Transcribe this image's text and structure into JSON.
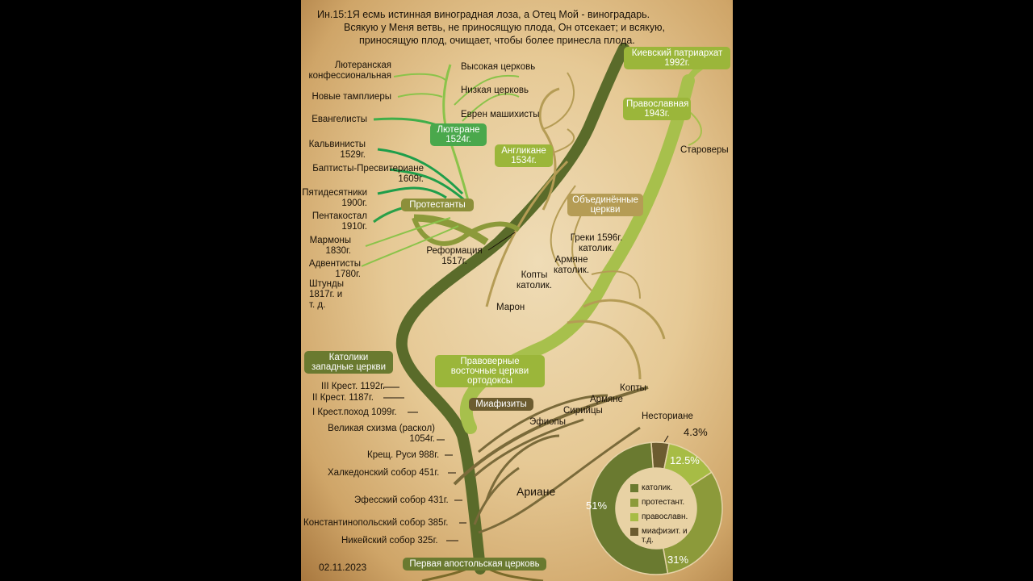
{
  "quote": {
    "line1": "Ин.15:1Я есмь истинная виноградная лоза, а Отец Мой - виноградарь.",
    "line2": "Всякую у Меня ветвь, не приносящую плода, Он отсекает; и всякую,",
    "line3": "приносящую плод, очищает, чтобы более принесла плода."
  },
  "boxes": {
    "kiev": "Киевский патриархат 1992г.",
    "orthodox1943": "Православная 1943г.",
    "lutherans": "Лютеране 1524г.",
    "anglicans": "Англикане 1534г.",
    "protestants": "Протестанты",
    "united": "Объединённые церкви",
    "catholics": "Католики западные церкви",
    "orthodox_east": "Правоверные восточные церкви ортодоксы",
    "miaphysites": "Миафизиты",
    "apostolic": "Первая апостольская церковь"
  },
  "labels": {
    "lutheran_conf": "Лютеранская конфессиональная",
    "templars": "Новые тамплиеры",
    "evangelists": "Евангелисты",
    "calvinists": "Кальвинисты 1529г.",
    "baptists": "Баптисты-Пресвитериане 1609г.",
    "pentecost": "Пятидесятники 1900г.",
    "pentakostal": "Пентакостал 1910г.",
    "mormons": "Мармоны 1830г.",
    "adventists": "Адвентисты 1780г.",
    "shtundy": "Штунды 1817г. и т. д.",
    "high_church": "Высокая церковь",
    "low_church": "Низкая церковь",
    "messianic": "Еврен машихисты",
    "old_believers": "Староверы",
    "greek_cath": "Греки 1596г. католик.",
    "armen_cath": "Армяне католик.",
    "copt_cath": "Копты католик.",
    "maronite": "Марон",
    "reformation": "Реформация 1517г.",
    "copts": "Копты",
    "armenians": "Армяне",
    "syrians": "Сирийцы",
    "ethiopians": "Эфиопы",
    "nestorians": "Несториане",
    "arians": "Ариане",
    "crusade3": "III Крест. 1192г.",
    "crusade2": "II Крест. 1187г.",
    "crusade1": "I Крест.поход 1099г.",
    "schism": "Великая схизма (раскол) 1054г.",
    "rus": "Крещ. Руси 988г.",
    "chalcedon": "Халкедонский собор 451г.",
    "ephesus": "Эфесский собор 431г.",
    "constantinople": "Константинопольский собор 385г.",
    "nicaea": "Никейский собор 325г.",
    "date": "02.11.2023"
  },
  "chart_data": {
    "type": "pie",
    "categories": [
      "католик.",
      "протестант.",
      "православн.",
      "миафизит. и т.д."
    ],
    "values": [
      51,
      31,
      12.5,
      4.3
    ],
    "value_labels": [
      "51%",
      "31%",
      "12.5%",
      "4.3%"
    ],
    "colors": [
      "#6a7a30",
      "#8c9a3a",
      "#a7bc45",
      "#6c5c30"
    ],
    "legend_placement": "center"
  }
}
